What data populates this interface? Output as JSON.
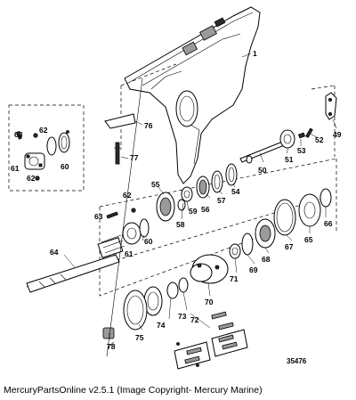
{
  "diagram": {
    "callouts": [
      {
        "id": "c1",
        "label": "1"
      },
      {
        "id": "c49",
        "label": "49"
      },
      {
        "id": "c50",
        "label": "50"
      },
      {
        "id": "c51",
        "label": "51"
      },
      {
        "id": "c52",
        "label": "52"
      },
      {
        "id": "c53",
        "label": "53"
      },
      {
        "id": "c54",
        "label": "54"
      },
      {
        "id": "c55",
        "label": "55"
      },
      {
        "id": "c56",
        "label": "56"
      },
      {
        "id": "c57",
        "label": "57"
      },
      {
        "id": "c58",
        "label": "58"
      },
      {
        "id": "c59",
        "label": "59"
      },
      {
        "id": "c60a",
        "label": "60"
      },
      {
        "id": "c60b",
        "label": "60"
      },
      {
        "id": "c61a",
        "label": "61"
      },
      {
        "id": "c61b",
        "label": "61"
      },
      {
        "id": "c62a",
        "label": "62"
      },
      {
        "id": "c62b",
        "label": "62"
      },
      {
        "id": "c62c",
        "label": "62"
      },
      {
        "id": "c63a",
        "label": "63"
      },
      {
        "id": "c63b",
        "label": "63"
      },
      {
        "id": "c64",
        "label": "64"
      },
      {
        "id": "c65",
        "label": "65"
      },
      {
        "id": "c66",
        "label": "66"
      },
      {
        "id": "c67",
        "label": "67"
      },
      {
        "id": "c68",
        "label": "68"
      },
      {
        "id": "c69",
        "label": "69"
      },
      {
        "id": "c70",
        "label": "70"
      },
      {
        "id": "c71",
        "label": "71"
      },
      {
        "id": "c72",
        "label": "72"
      },
      {
        "id": "c73",
        "label": "73"
      },
      {
        "id": "c74",
        "label": "74"
      },
      {
        "id": "c75",
        "label": "75"
      },
      {
        "id": "c76",
        "label": "76"
      },
      {
        "id": "c77",
        "label": "77"
      },
      {
        "id": "c78",
        "label": "78"
      }
    ],
    "drawing_number": "35476"
  },
  "caption": "MercuryPartsOnline v2.5.1 (Image Copyright- Mercury Marine)"
}
